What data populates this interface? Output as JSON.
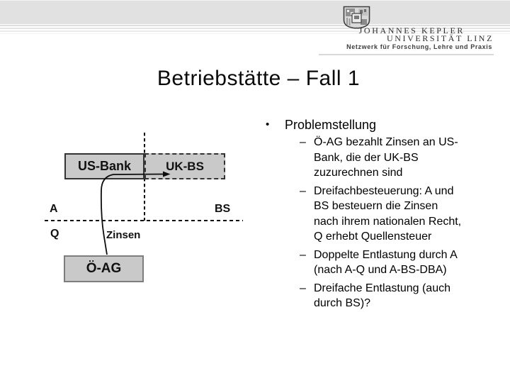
{
  "slide": {
    "title": "Betriebstätte – Fall 1"
  },
  "logo": {
    "line1": "JOHANNES KEPLER",
    "line2": "UNIVERSITÄT LINZ",
    "tagline": "Netzwerk für Forschung, Lehre und Praxis",
    "crest_icon": "jku-crest-icon"
  },
  "diagram": {
    "us_bank_label": "US-Bank",
    "uk_bs_label": "UK-BS",
    "state_a_label": "A",
    "state_bs_label": "BS",
    "state_q_label": "Q",
    "flow_label": "Zinsen",
    "oeag_label": "Ö-AG",
    "arrow_icon": "interest-flow-arrow-icon"
  },
  "bullets": {
    "heading_marker": "•",
    "heading": "Problemstellung",
    "item_marker": "–",
    "items": [
      "Ö-AG bezahlt Zinsen an US-\nBank, die der UK-BS\nzuzurechnen sind",
      "Dreifachbesteuerung: A und\nBS besteuern die Zinsen\nnach ihrem nationalen Recht,\nQ erhebt Quellensteuer",
      "Doppelte Entlastung durch A\n(nach A-Q und A-BS-DBA)",
      "Dreifache Entlastung (auch\ndurch BS)?"
    ]
  },
  "colors": {
    "header_band": "#e1e1e1",
    "box_fill": "#c9c9c9",
    "box_border": "#333333",
    "oeag_border": "#7d7d7d",
    "dashed_line": "#0a0a0a",
    "text": "#000000"
  }
}
